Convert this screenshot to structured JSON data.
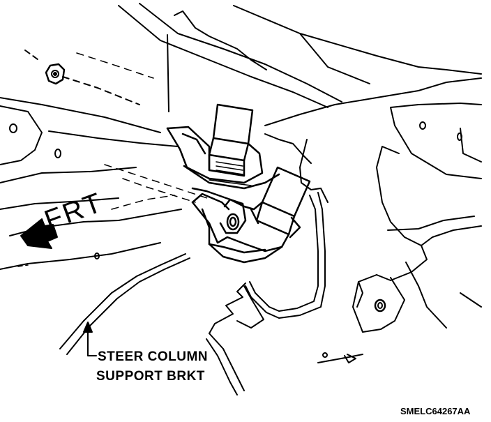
{
  "diagram": {
    "direction_label": "FRT",
    "callout_line1": "STEER COLUMN",
    "callout_line2": "SUPPORT BRKT",
    "figure_code": "SMELC64267AA"
  },
  "colors": {
    "ink": "#000000",
    "paper": "#ffffff"
  }
}
